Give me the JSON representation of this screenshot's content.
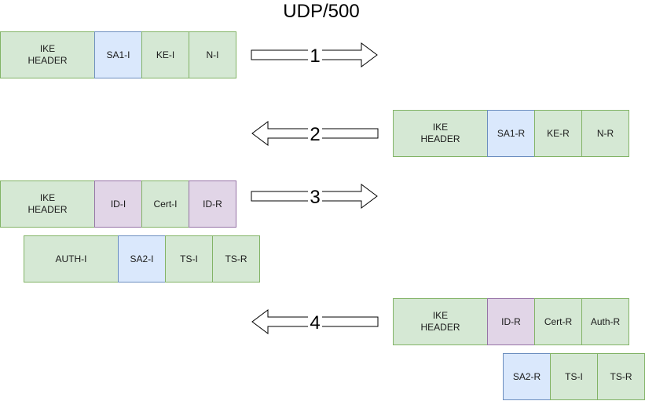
{
  "title": "UDP/500",
  "messages": [
    {
      "number": "1",
      "direction": "right",
      "fields": [
        {
          "label": "IKE\nHEADER",
          "color": "green"
        },
        {
          "label": "SA1-I",
          "color": "blue"
        },
        {
          "label": "KE-I",
          "color": "green"
        },
        {
          "label": "N-I",
          "color": "green"
        }
      ]
    },
    {
      "number": "2",
      "direction": "left",
      "fields": [
        {
          "label": "IKE\nHEADER",
          "color": "green"
        },
        {
          "label": "SA1-R",
          "color": "blue"
        },
        {
          "label": "KE-R",
          "color": "green"
        },
        {
          "label": "N-R",
          "color": "green"
        }
      ]
    },
    {
      "number": "3",
      "direction": "right",
      "fields": [
        {
          "label": "IKE\nHEADER",
          "color": "green"
        },
        {
          "label": "ID-I",
          "color": "purple"
        },
        {
          "label": "Cert-I",
          "color": "green"
        },
        {
          "label": "ID-R",
          "color": "purple"
        }
      ],
      "fields_2": [
        {
          "label": "AUTH-I",
          "color": "green"
        },
        {
          "label": "SA2-I",
          "color": "blue"
        },
        {
          "label": "TS-I",
          "color": "green"
        },
        {
          "label": "TS-R",
          "color": "green"
        }
      ]
    },
    {
      "number": "4",
      "direction": "left",
      "fields": [
        {
          "label": "IKE\nHEADER",
          "color": "green"
        },
        {
          "label": "ID-R",
          "color": "purple"
        },
        {
          "label": "Cert-R",
          "color": "green"
        },
        {
          "label": "Auth-R",
          "color": "green"
        }
      ],
      "fields_2": [
        {
          "label": "SA2-R",
          "color": "blue"
        },
        {
          "label": "TS-I",
          "color": "green"
        },
        {
          "label": "TS-R",
          "color": "green"
        }
      ]
    }
  ],
  "colors": {
    "green_fill": "#d5e8d4",
    "green_border": "#82b366",
    "blue_fill": "#dae8fc",
    "blue_border": "#6c8ebf",
    "purple_fill": "#e1d5e7",
    "purple_border": "#9673a6"
  }
}
